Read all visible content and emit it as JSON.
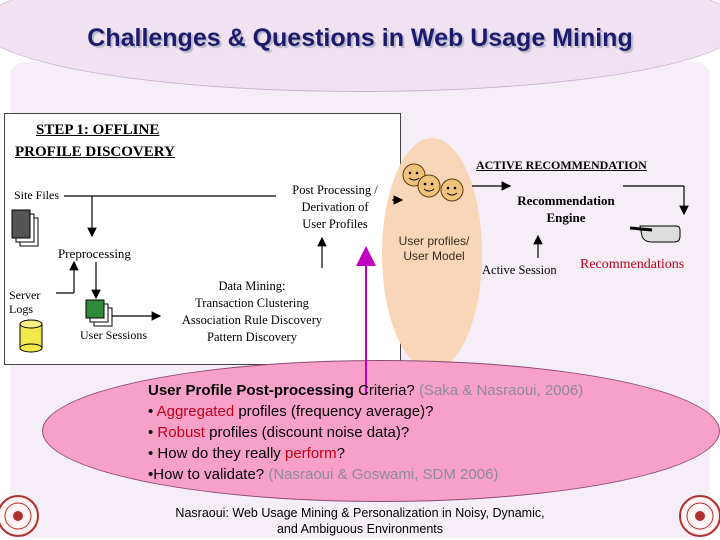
{
  "title": "Challenges & Questions in Web Usage Mining",
  "offline": {
    "step_label_line1": "STEP 1: OFFLINE",
    "step_label_line2": "PROFILE DISCOVERY",
    "site_files": "Site Files",
    "preprocessing": "Preprocessing",
    "server_logs_line1": "Server",
    "server_logs_line2": "Logs",
    "user_sessions": "User Sessions",
    "data_mining_lines": [
      "Data Mining:",
      "Transaction Clustering",
      "Association Rule Discovery",
      "Pattern Discovery"
    ],
    "post_processing_lines": [
      "Post Processing /",
      "Derivation of",
      "User Profiles"
    ]
  },
  "online": {
    "active_recommendation": "ACTIVE RECOMMENDATION",
    "engine_line1": "Recommendation",
    "engine_line2": "Engine",
    "profiles_line1": "User profiles/",
    "profiles_line2": "User Model",
    "active_session": "Active Session",
    "recommendations": "Recommendations"
  },
  "criteria": {
    "line1_main": "User Profile Post-processing",
    "line1_rest": " Criteria? ",
    "line1_cite": "(Saka & Nasraoui, 2006)",
    "line2_bullet": "• ",
    "line2_red": "Aggregated",
    "line2_rest": " profiles (frequency average)?",
    "line3_bullet": "• ",
    "line3_red": "Robust",
    "line3_rest": " profiles (discount noise data)?",
    "line4_start": "• How do they really ",
    "line4_red": "perform",
    "line4_end": "?",
    "line5_start": "•How to validate? ",
    "line5_cite": "(Nasraoui & Goswami, SDM 2006)"
  },
  "footer_line1": "Nasraoui: Web Usage Mining & Personalization in Noisy, Dynamic,",
  "footer_line2": "and Ambiguous Environments",
  "colors": {
    "title": "#1d1a6e",
    "red": "#c0001a",
    "gray_cite": "#8c8c96",
    "magenta_arrow": "#c000c0",
    "ellipse_pink": "#f7a0c8",
    "profile_orange": "#f9d6b7"
  },
  "icons": [
    "file-stack-icon",
    "server-cylinder-icon",
    "session-stack-icon",
    "smiley-faces-icon",
    "pointing-hand-icon",
    "university-seal-icon"
  ]
}
